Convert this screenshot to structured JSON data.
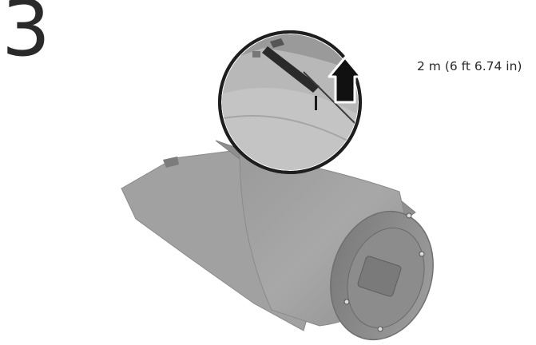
{
  "step": {
    "number": "3"
  },
  "note": {
    "length": "2 m (6 ft 6.74 in)"
  },
  "illustration": {
    "subject": "printer-paper-roll-spindle",
    "action": "lift-upward",
    "icons": [
      "up-arrow-icon",
      "magnify-circle"
    ]
  }
}
